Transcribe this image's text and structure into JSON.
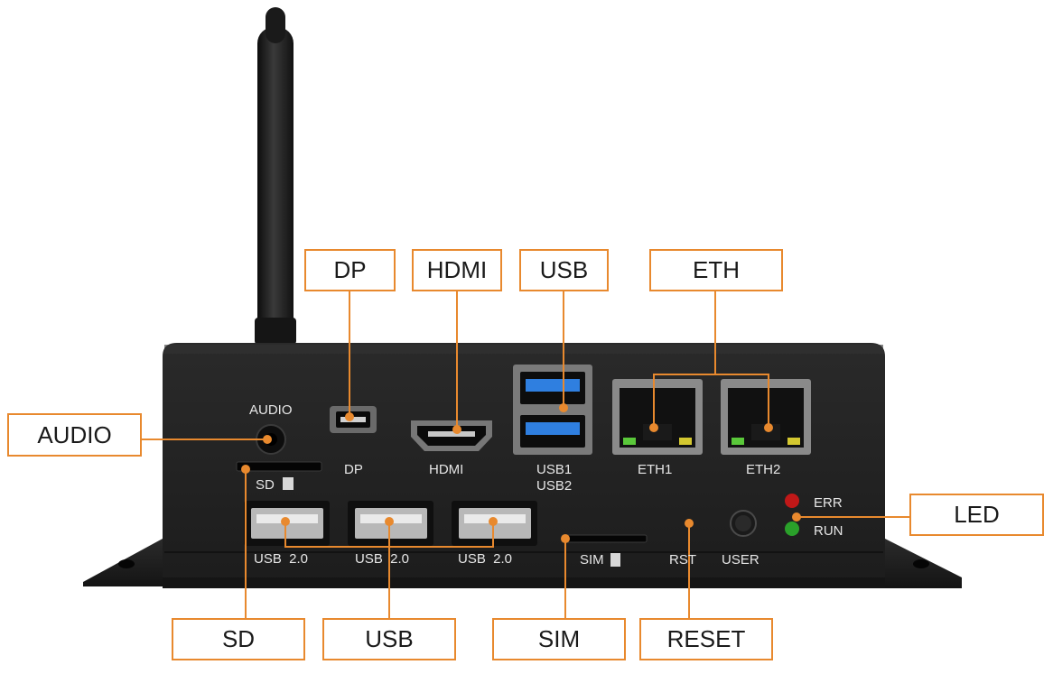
{
  "callouts": {
    "dp": "DP",
    "hdmi": "HDMI",
    "usb_top": "USB",
    "eth": "ETH",
    "audio": "AUDIO",
    "led": "LED",
    "sd": "SD",
    "usb_bottom": "USB",
    "sim": "SIM",
    "reset": "RESET"
  },
  "panel_labels": {
    "audio": "AUDIO",
    "dp": "DP",
    "hdmi": "HDMI",
    "usb1": "USB1",
    "usb2": "USB2",
    "eth1": "ETH1",
    "eth2": "ETH2",
    "sd": "SD",
    "usb20_a": "USB  2.0",
    "usb20_b": "USB  2.0",
    "usb20_c": "USB  2.0",
    "sim": "SIM",
    "rst": "RST",
    "user": "USER",
    "err": "ERR",
    "run": "RUN"
  },
  "colors": {
    "callout_border": "#e8892e",
    "leader_line": "#e8892e",
    "led_err": "#c01818",
    "led_run": "#2aa02a",
    "usb3_blue": "#2f7fe0"
  }
}
